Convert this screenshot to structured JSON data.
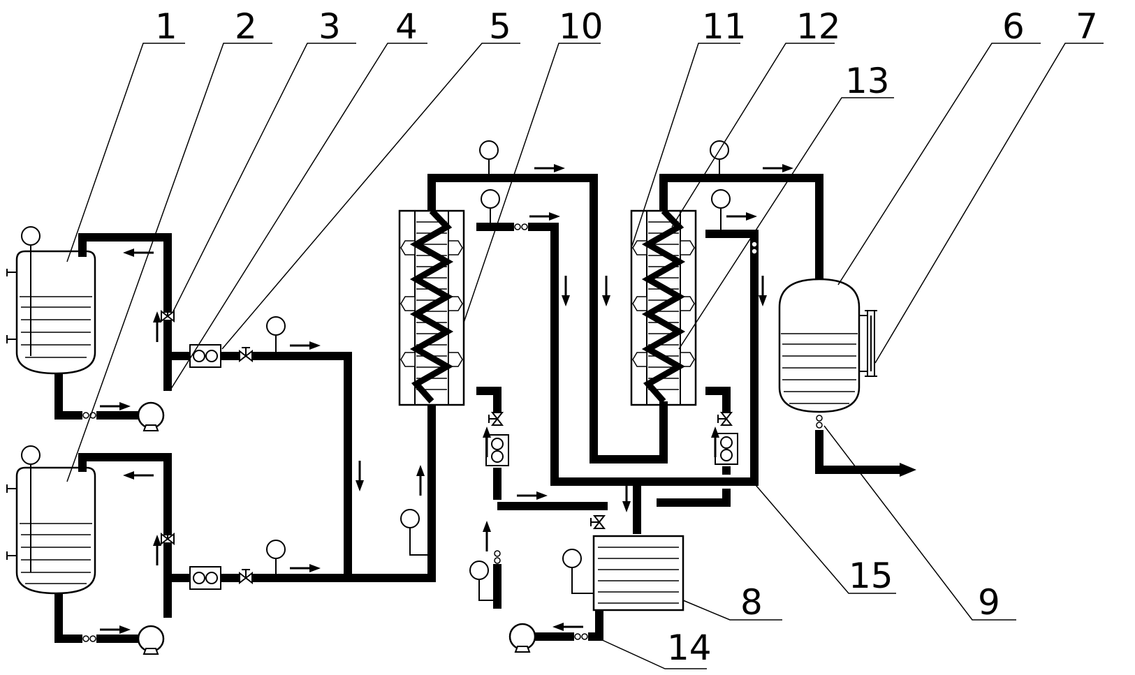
{
  "labels": {
    "l1": "1",
    "l2": "2",
    "l3": "3",
    "l4": "4",
    "l5": "5",
    "l10": "10",
    "l11": "11",
    "l12": "12",
    "l13": "13",
    "l6": "6",
    "l7": "7",
    "l8": "8",
    "l9": "9",
    "l14": "14",
    "l15": "15"
  },
  "icons": {
    "gauge": "pressure-gauge-icon",
    "valve": "valve-icon",
    "pump": "pump-icon",
    "flowmeter": "flowmeter-icon",
    "arrow": "flow-arrow-icon"
  }
}
